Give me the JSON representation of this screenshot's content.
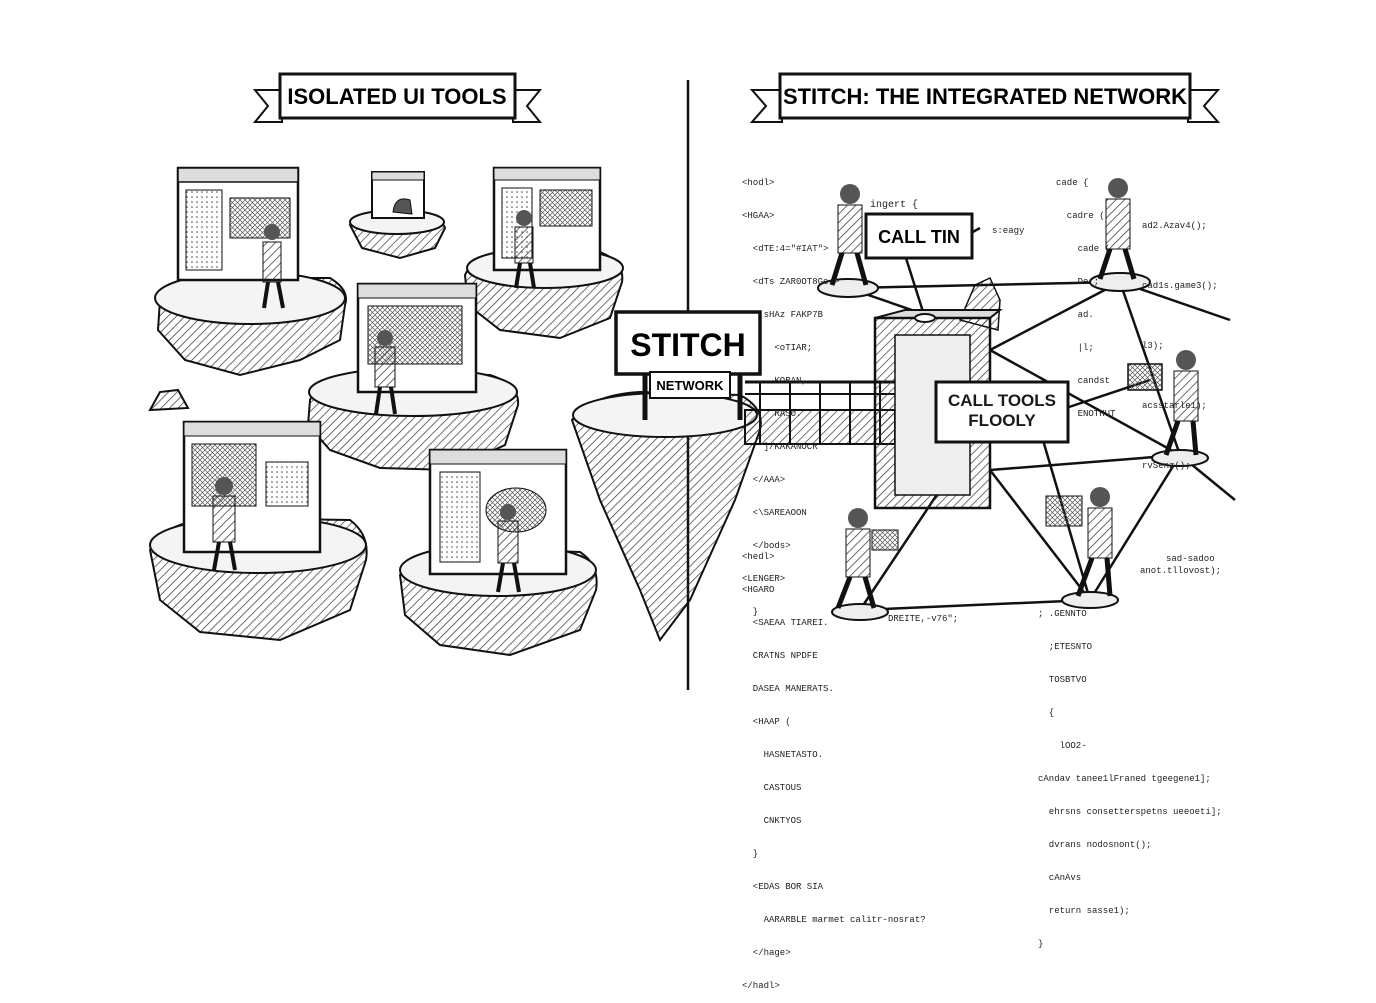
{
  "left_banner": "ISOLATED UI TOOLS",
  "right_banner": "STITCH: THE INTEGRATED NETWORK",
  "sign_main": "STITCH",
  "sign_sub": "NETWORK",
  "bubble_top": "CALL TIN",
  "bubble_mid": "CALL TOOLS FLOOLY",
  "code_top_left": [
    "<hodl>",
    "<HGAA>",
    "  <dTE:4=\"#IAT\">",
    "  <dTs ZAR0OT8Ge >",
    "    sHAz FAKP7B",
    "      <oTIAR;",
    "      KORAN,",
    "      RASO.",
    "    ]/KAKANOCR",
    "  </AAA>",
    "  <\\SAREAOON",
    "  </bods>",
    "<LENGER>",
    "  }"
  ],
  "code_top_right": [
    "cade {",
    "  cadre (",
    "    cade (",
    "    De ;",
    "    ad.",
    "    |l;",
    "    candst",
    "    ENOTHUT"
  ],
  "code_right_calls": [
    "ad2.Azav4();",
    "cad1s.game3();",
    "l3);",
    "acsstarle1);",
    "rvSenz();"
  ],
  "code_mid_label": "ingert {",
  "code_mid_label2": "s:eagy",
  "code_bottom_left": [
    "<hedl>",
    "<HGARO",
    "  <SAEAA TIAREI.",
    "  CRATNS NPDFE",
    "  DASEA MANERATS.",
    "  <HAAP (",
    "    HASNETASTO.",
    "    CASTOUS",
    "    CNKTYOS",
    "  }",
    "  <EDAS BOR SIA",
    "    AARARBLE marmet calitr-nosrat?",
    "  </hage>",
    "</hadl>"
  ],
  "code_bottom_mid": "DREITE,-v76\";",
  "code_bottom_right": [
    "sad-sadoo",
    "",
    "; .GENNTO",
    "  ;ETESNTO",
    "  TOSBTVO",
    "  {",
    "    lOO2-",
    "cAndav tanee1lFraned tgeegene1];",
    "  ehrsns consetterspetns ueeoeti];",
    "  dvrans nodosnont();",
    "  cAnAvs",
    "  return sasse1);",
    "}"
  ],
  "code_bottom_right2": "anot.tllovost);"
}
